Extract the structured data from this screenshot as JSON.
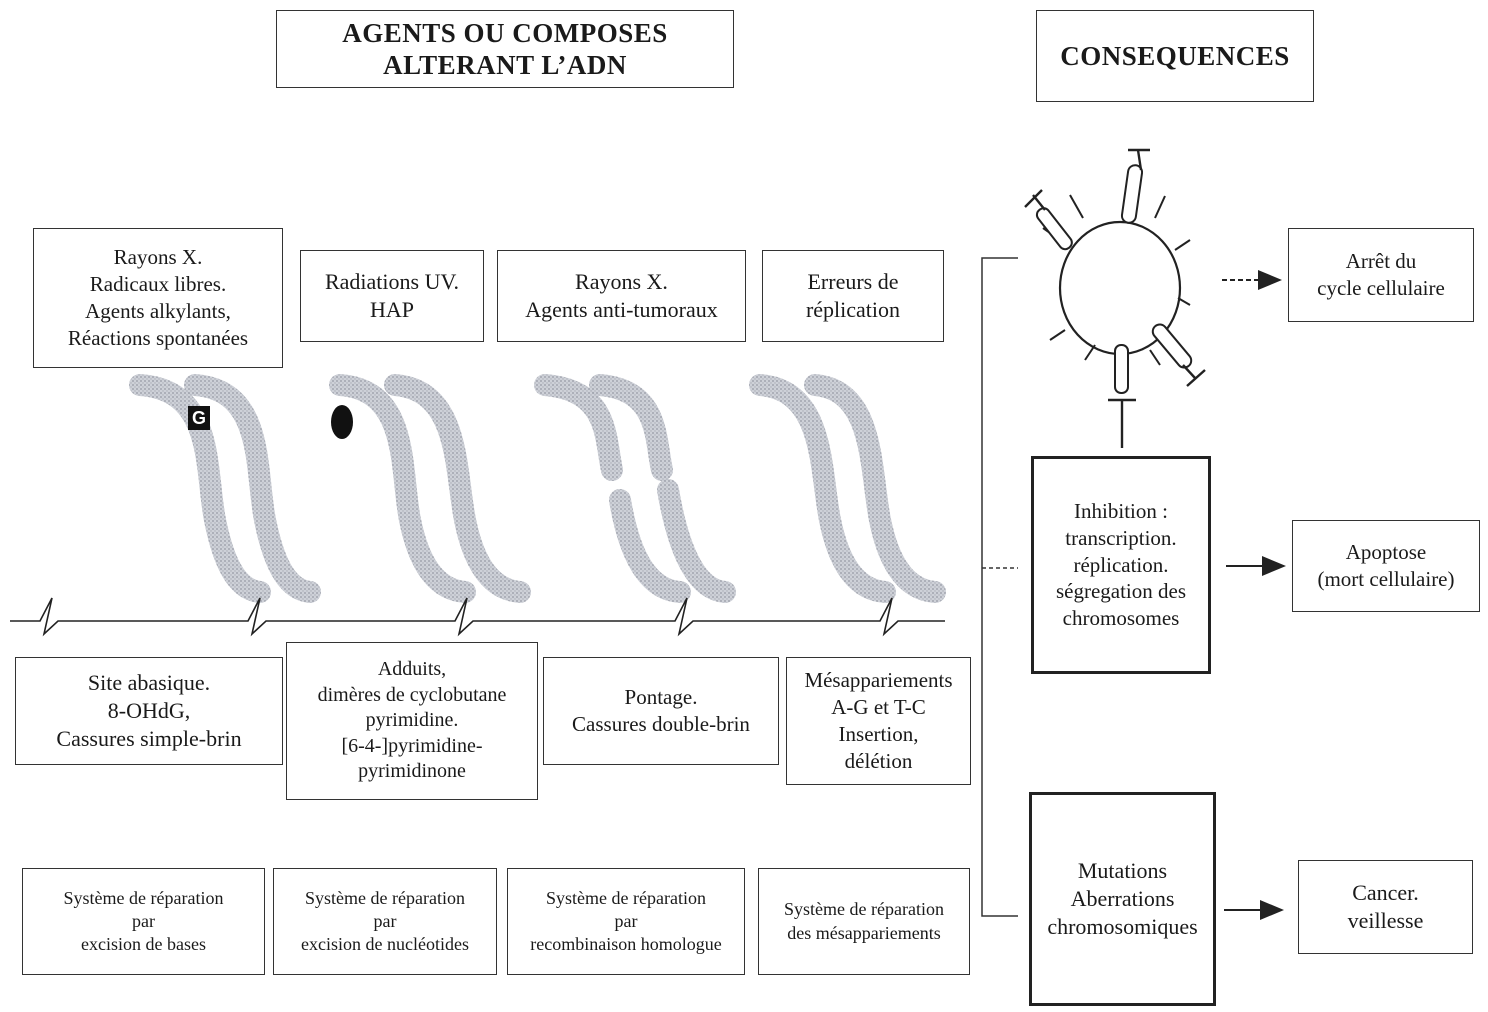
{
  "headers": {
    "agents": [
      "AGENTS OU COMPOSES",
      "ALTERANT L’ADN"
    ],
    "consequences": "CONSEQUENCES"
  },
  "agents": [
    [
      "Rayons X.",
      "Radicaux libres.",
      "Agents alkylants,",
      "Réactions spontanées"
    ],
    [
      "Radiations UV.",
      "HAP"
    ],
    [
      "Rayons X.",
      "Agents anti-tumoraux"
    ],
    [
      "Erreurs de",
      "réplication"
    ]
  ],
  "lesions": [
    [
      "Site abasique.",
      "8-OHdG,",
      "Cassures simple-brin"
    ],
    [
      "Adduits,",
      "dimères de cyclobutane",
      "pyrimidine.",
      "[6-4-]pyrimidine-",
      "pyrimidinone"
    ],
    [
      "Pontage.",
      "Cassures double-brin"
    ],
    [
      "Mésappariements",
      "A-G et T-C",
      "Insertion,",
      "délétion"
    ]
  ],
  "repair": [
    [
      "Système de réparation",
      "par",
      "excision de bases"
    ],
    [
      "Système de réparation",
      "par",
      "excision de nucléotides"
    ],
    [
      "Système de réparation",
      "par",
      "recombinaison homologue"
    ],
    [
      "Système de réparation",
      "des mésappariements"
    ]
  ],
  "markers": {
    "guanine_label": "G"
  },
  "consequences": {
    "inhibition": [
      "Inhibition   :",
      "transcription.",
      "réplication.",
      "ségregation des",
      "chromosomes"
    ],
    "mutations": [
      "Mutations",
      "Aberrations",
      "chromosomiques"
    ]
  },
  "outcomes": [
    [
      "Arrêt du",
      "cycle cellulaire"
    ],
    [
      "Apoptose",
      "(mort cellulaire)"
    ],
    [
      "Cancer.",
      "veillesse"
    ]
  ],
  "colors": {
    "ink": "#222222",
    "strand": "#a8acb8",
    "strand_dark": "#6e7280"
  }
}
